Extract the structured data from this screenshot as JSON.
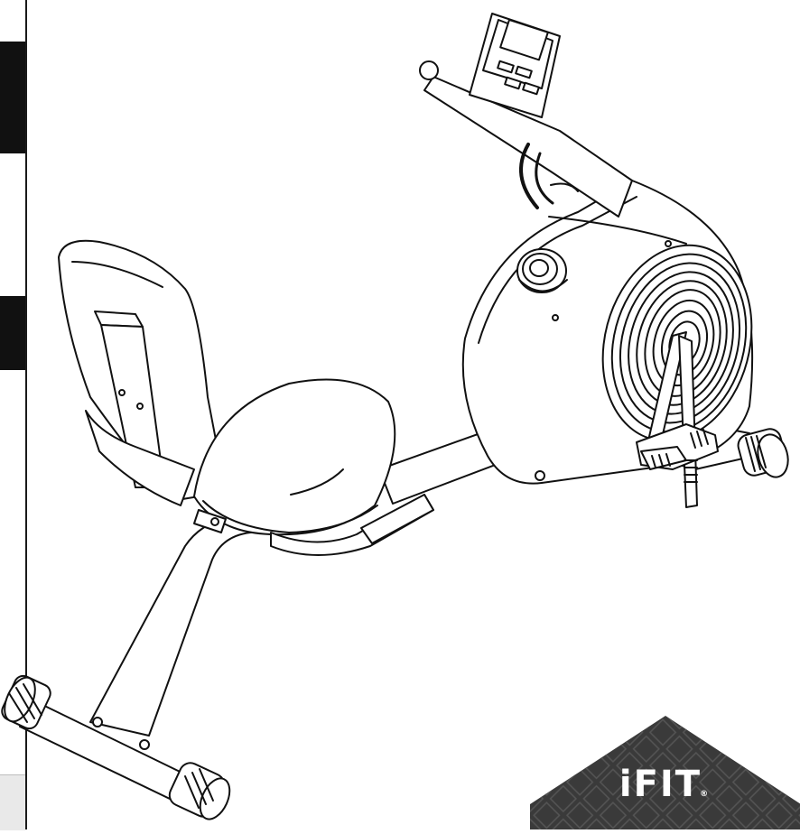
{
  "document": {
    "illustration": {
      "subject": "recumbent-exercise-bike",
      "line_color": "#111111",
      "fill_color": "#ffffff"
    },
    "edge_tabs": [
      {
        "tone": "dark"
      },
      {
        "tone": "dark"
      },
      {
        "tone": "light"
      }
    ],
    "logo": {
      "text": "iFIT",
      "registered_mark": "®",
      "badge_color": "#3a3a3a",
      "pattern_color": "#555555"
    }
  }
}
